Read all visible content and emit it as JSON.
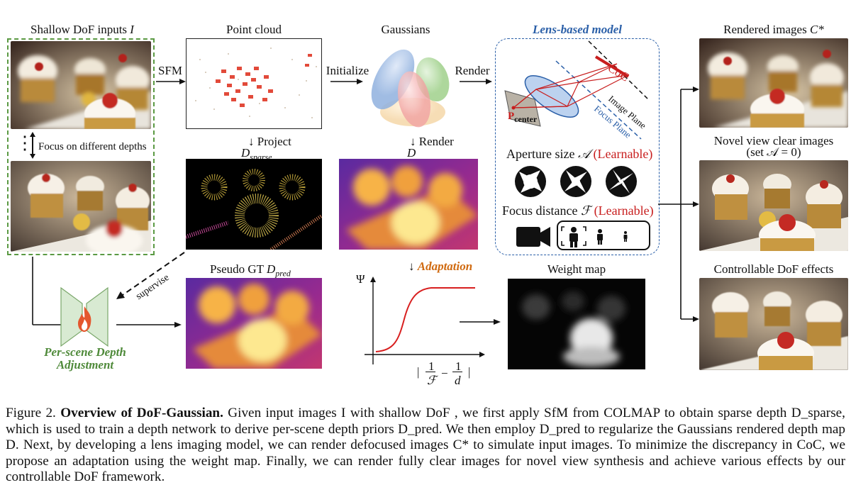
{
  "labels": {
    "inputs_title": "Shallow DoF inputs",
    "inputs_var": "I",
    "focus_depths": "Focus on different depths",
    "sfm": "SFM",
    "point_cloud": "Point cloud",
    "project": "Project",
    "d_sparse": "D",
    "d_sparse_sub": "sparse",
    "initialize": "Initialize",
    "gaussians": "Gaussians",
    "render_down": "Render",
    "d_var": "D",
    "render_right": "Render",
    "lens_model": "Lens-based model",
    "coc": "CoC",
    "image_plane": "Image Plane",
    "focus_plane": "Focus Plane",
    "p_center_p": "P",
    "p_center_text": "center",
    "aperture": "Aperture size",
    "aperture_var": "𝒜",
    "learnable_1": "(Learnable)",
    "focus_distance": "Focus distance",
    "focus_var": "ℱ",
    "learnable_2": "(Learnable)",
    "rendered_images": "Rendered images",
    "rendered_var": "C*",
    "novel_view": "Novel view clear images",
    "set_a": "(set 𝒜 = 0)",
    "controllable": "Controllable DoF effects",
    "supervise": "supervise",
    "pseudo_gt": "Pseudo GT",
    "d_pred": "D",
    "d_pred_sub": "pred",
    "adaptation": "Adaptation",
    "psi": "Ψ",
    "frac_num": "1",
    "frac_F": "ℱ",
    "frac_d": "d",
    "weight_map": "Weight map",
    "per_scene_1": "Per-scene Depth",
    "per_scene_2": "Adjustment"
  },
  "caption": {
    "fig_label": "Figure 2.",
    "fig_title": "Overview of DoF-Gaussian.",
    "text": "Given input images I with shallow DoF , we first apply SfM from COLMAP to obtain sparse depth D_sparse, which is used to train a depth network to derive per-scene depth priors D_pred. We then employ D_pred to regularize the Gaussians rendered depth map D. Next, by developing a lens imaging model, we can render defocused images C* to simulate input images. To minimize the discrepancy in CoC, we propose an adaptation using the weight map. Finally, we can render fully clear images for novel view synthesis and achieve various effects by our controllable DoF framework."
  },
  "colors": {
    "accent_blue": "#2a5fa8",
    "learnable_red": "#c81e1e",
    "adjust_green": "#4f8a3a",
    "adaptation_orange": "#d06a10"
  }
}
